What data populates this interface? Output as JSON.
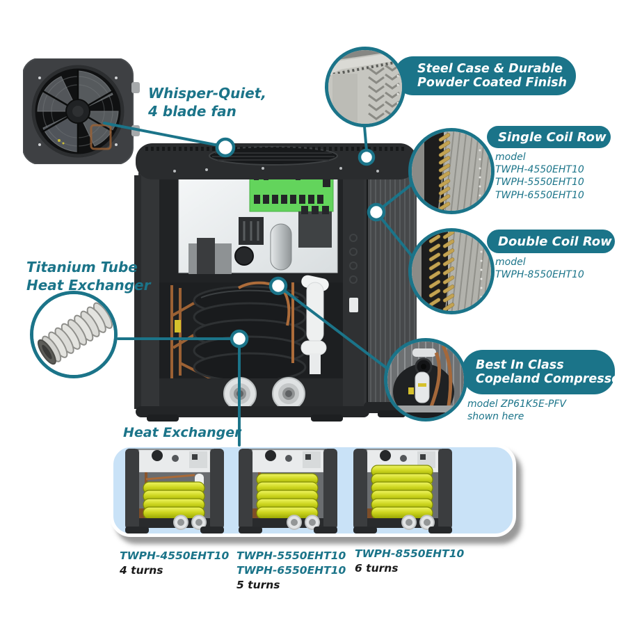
{
  "colors": {
    "accent_teal": "#1b7489",
    "panel_blue": "#c9e2f7",
    "coil_yellow": "#ccd51c",
    "badge_text": "#ffffff",
    "dark_text": "#1a1a1a"
  },
  "callouts": {
    "fan": {
      "lines": [
        "Whisper-Quiet,",
        "4 blade fan"
      ]
    },
    "steel_case": {
      "badge_lines": [
        "Steel Case & Durable",
        "Powder Coated Finish"
      ]
    },
    "single_coil": {
      "badge": "Single Coil Row",
      "model_label": "model",
      "models": [
        "TWPH-4550EHT10",
        "TWPH-5550EHT10",
        "TWPH-6550EHT10"
      ]
    },
    "double_coil": {
      "badge": "Double Coil Row",
      "model_label": "model",
      "models": [
        "TWPH-8550EHT10"
      ]
    },
    "titanium": {
      "lines": [
        "Titanium Tube",
        "Heat Exchanger"
      ]
    },
    "compressor": {
      "badge_lines": [
        "Best In Class",
        "Copeland Compressor"
      ],
      "model_lines": [
        "model ZP61K5E-PFV",
        "shown here"
      ]
    },
    "heat_exchanger": {
      "label": "Heat Exchanger"
    }
  },
  "variants": [
    {
      "models": [
        "TWPH-4550EHT10"
      ],
      "turns_label": "4 turns",
      "turn_count": 4
    },
    {
      "models": [
        "TWPH-5550EHT10",
        "TWPH-6550EHT10"
      ],
      "turns_label": "5 turns",
      "turn_count": 5
    },
    {
      "models": [
        "TWPH-8550EHT10"
      ],
      "turns_label": "6 turns",
      "turn_count": 6
    }
  ]
}
